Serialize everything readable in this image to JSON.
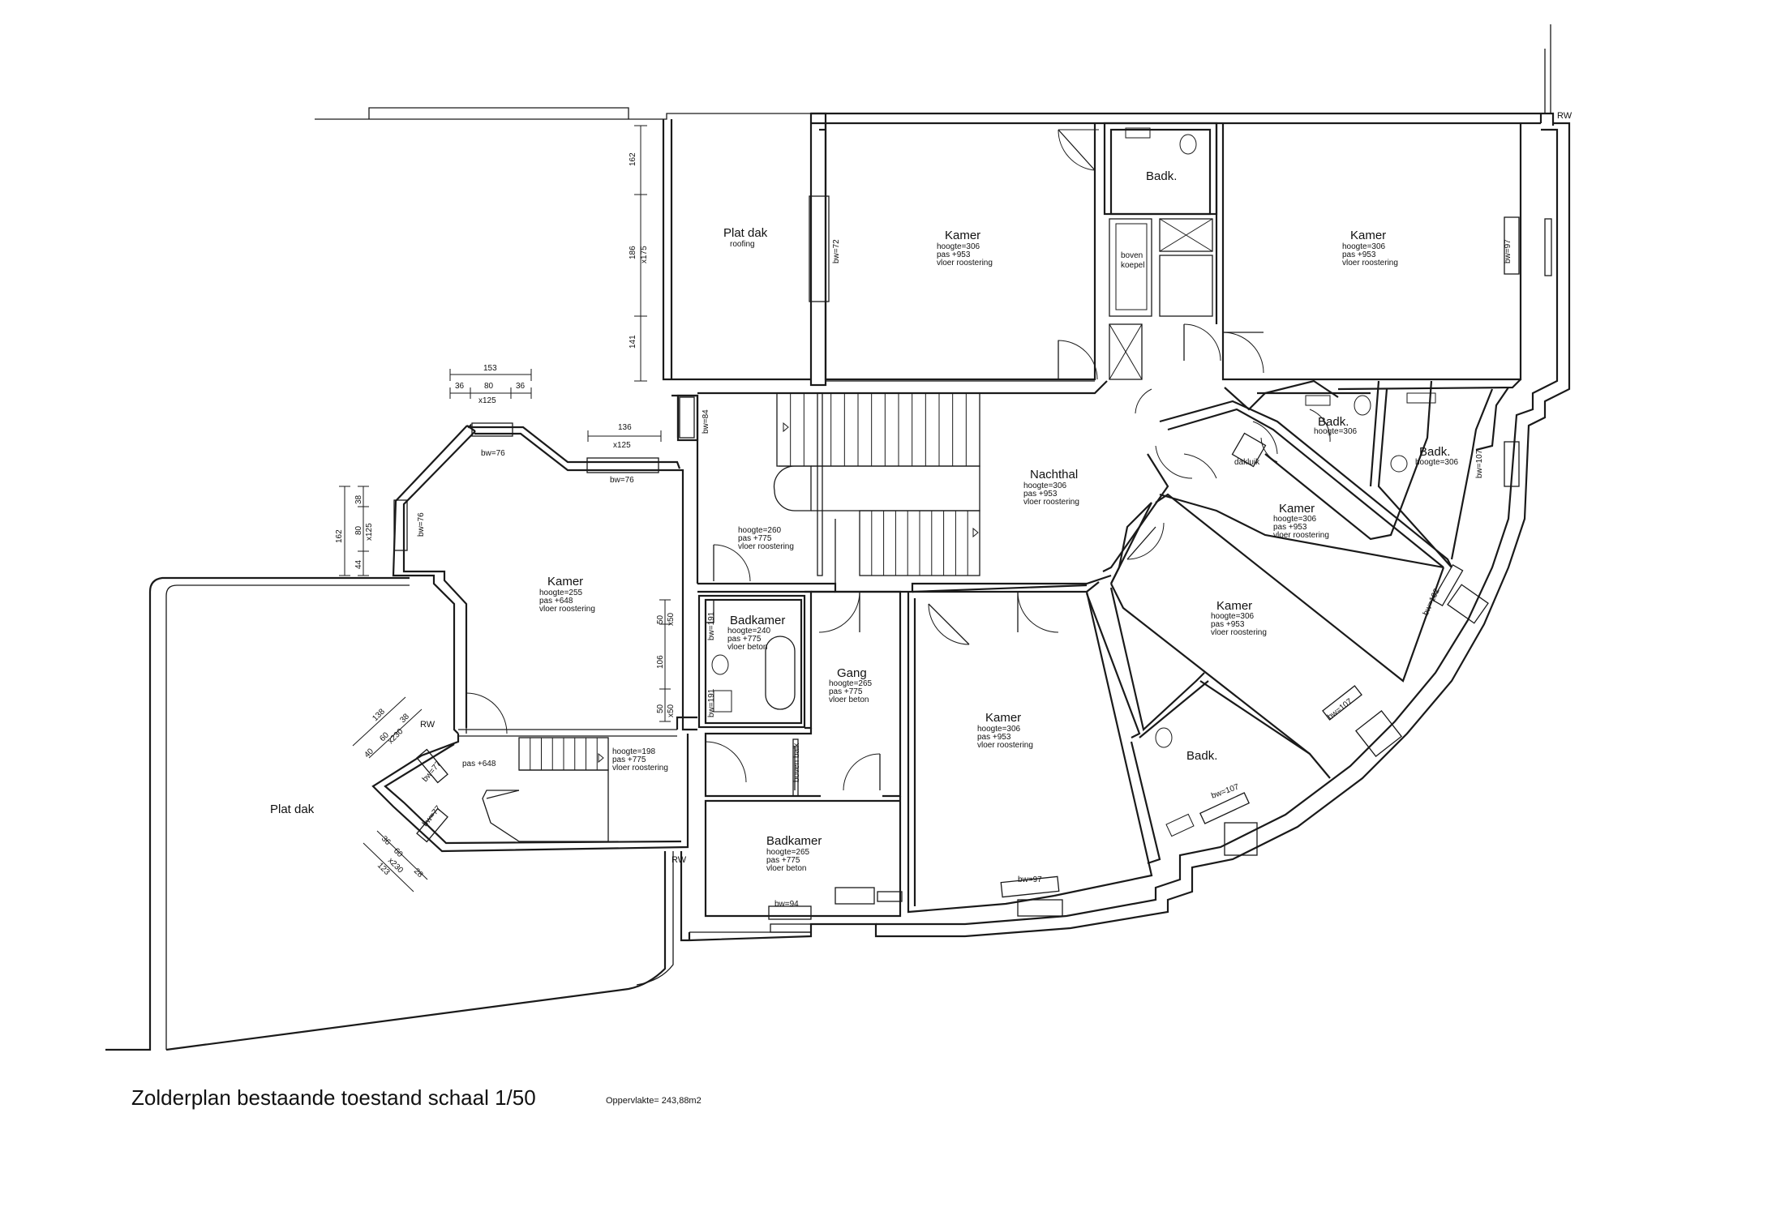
{
  "title": "Zolderplan bestaande toestand  schaal 1/50",
  "area": "Oppervlakte= 243,88m2",
  "rooms": [
    {
      "name": "Plat dak",
      "lines": [
        "roofing"
      ]
    },
    {
      "name": "Kamer",
      "lines": [
        "hoogte=306",
        "pas +953",
        "vloer roostering"
      ]
    },
    {
      "name": "Badk.",
      "lines": []
    },
    {
      "name": "Kamer",
      "lines": [
        "hoogte=306",
        "pas +953",
        "vloer roostering"
      ]
    },
    {
      "name": "Nachthal",
      "lines": [
        "hoogte=306",
        "pas +953",
        "vloer roostering"
      ]
    },
    {
      "name": "Badk.",
      "lines": [
        "hoogte=306"
      ]
    },
    {
      "name": "Badk.",
      "lines": [
        "hoogte=306"
      ]
    },
    {
      "name": "Kamer",
      "lines": [
        "hoogte=306",
        "pas +953",
        "vloer roostering"
      ]
    },
    {
      "name": "Kamer",
      "lines": [
        "hoogte=306",
        "pas +953",
        "vloer roostering"
      ]
    },
    {
      "name": "Kamer",
      "lines": [
        "hoogte=255",
        "pas +648",
        "vloer roostering"
      ]
    },
    {
      "name": "Badkamer",
      "lines": [
        "hoogte=240",
        "pas +775",
        "vloer beton"
      ]
    },
    {
      "name": "Gang",
      "lines": [
        "hoogte=265",
        "pas +775",
        "vloer beton"
      ]
    },
    {
      "name": "Kamer",
      "lines": [
        "hoogte=306",
        "pas +953",
        "vloer roostering"
      ]
    },
    {
      "name": "Badk.",
      "lines": []
    },
    {
      "name": "Badkamer",
      "lines": [
        "hoogte=265",
        "pas +775",
        "vloer beton"
      ]
    },
    {
      "name": "Plat dak",
      "lines": []
    },
    {
      "name": "",
      "lines": [
        "hoogte=260",
        "pas +775",
        "vloer roostering"
      ]
    },
    {
      "name": "",
      "lines": [
        "hoogte=198",
        "pas +775",
        "vloer roostering"
      ]
    }
  ],
  "labels": {
    "pas648": "pas +648",
    "boven": "boven",
    "koepel": "koepel",
    "dakluik": "dakluik",
    "boven_balk": "boven balk",
    "rw1": "RW",
    "rw2": "RW",
    "rw3": "RW"
  },
  "windows": [
    "bw=72",
    "bw=97",
    "bw=84",
    "bw=76",
    "bw=76",
    "bw=76",
    "bw=107",
    "bw=102",
    "bw=107",
    "bw=107",
    "bw=97",
    "bw=94",
    "bw=191",
    "bw=191",
    "bw=77",
    "bw=77"
  ],
  "dimensions": [
    "162",
    "186",
    "x175",
    "141",
    "153",
    "36",
    "80",
    "x125",
    "36",
    "136",
    "x125",
    "38",
    "162",
    "80",
    "x125",
    "44",
    "50",
    "x50",
    "106",
    "50",
    "x50",
    "138",
    "40",
    "60",
    "x230",
    "38",
    "36",
    "60",
    "x230",
    "28",
    "123"
  ]
}
